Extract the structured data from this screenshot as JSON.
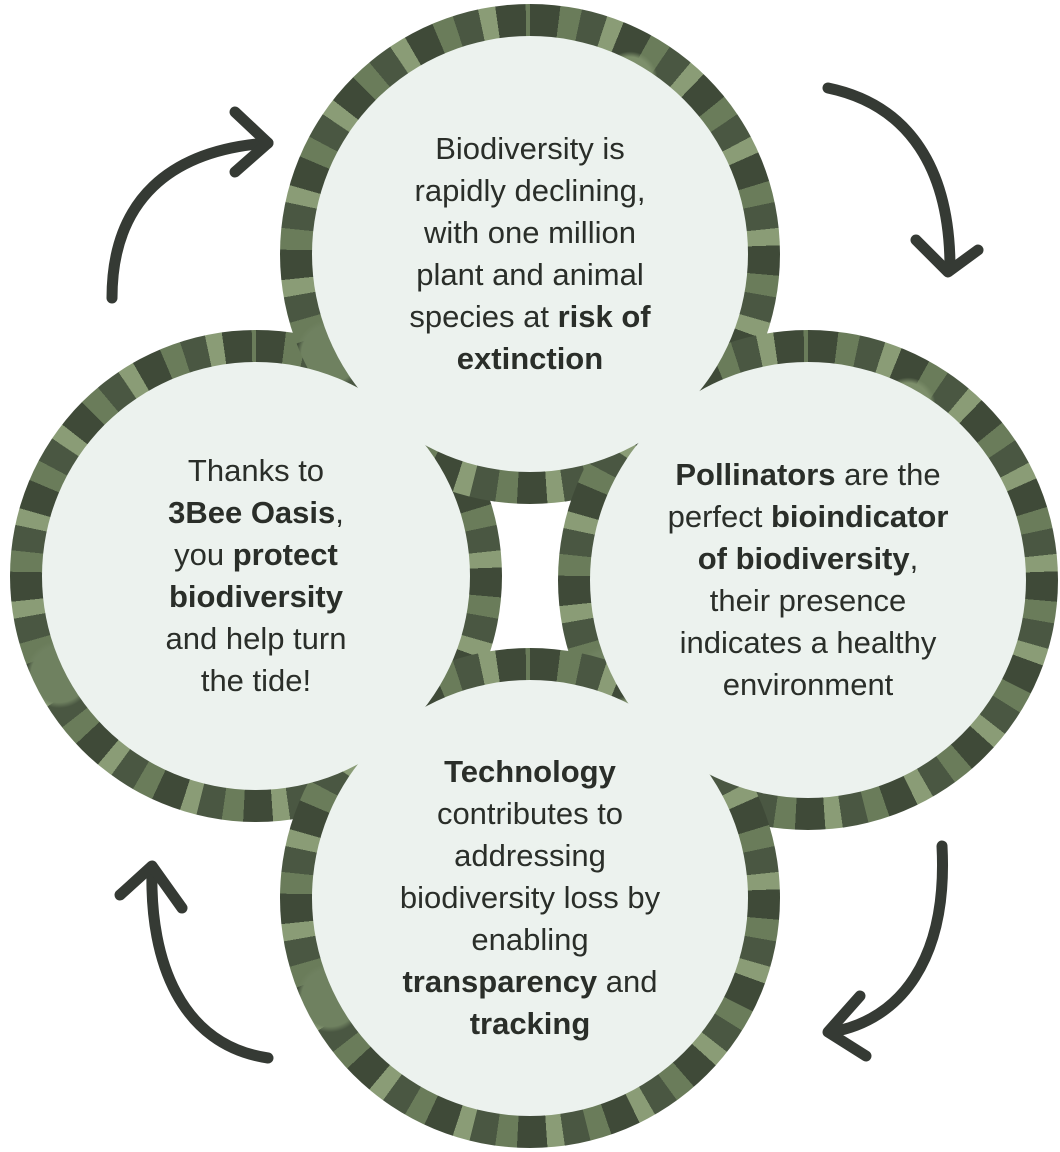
{
  "circles": {
    "top": {
      "lines": [
        [
          {
            "t": "Biodiversity is"
          }
        ],
        [
          {
            "t": "rapidly declining,"
          }
        ],
        [
          {
            "t": "with one million"
          }
        ],
        [
          {
            "t": "plant and animal"
          }
        ],
        [
          {
            "t": "species at "
          },
          {
            "t": "risk of",
            "b": true
          }
        ],
        [
          {
            "t": "extinction",
            "b": true
          }
        ]
      ]
    },
    "right": {
      "lines": [
        [
          {
            "t": "Pollinators",
            "b": true
          },
          {
            "t": " are the"
          }
        ],
        [
          {
            "t": "perfect "
          },
          {
            "t": "bioindicator",
            "b": true
          }
        ],
        [
          {
            "t": "of biodiversity",
            "b": true
          },
          {
            "t": ","
          }
        ],
        [
          {
            "t": "their presence"
          }
        ],
        [
          {
            "t": "indicates a healthy"
          }
        ],
        [
          {
            "t": "environment"
          }
        ]
      ]
    },
    "bottom": {
      "lines": [
        [
          {
            "t": "Technology",
            "b": true
          }
        ],
        [
          {
            "t": "contributes to"
          }
        ],
        [
          {
            "t": "addressing"
          }
        ],
        [
          {
            "t": "biodiversity loss by"
          }
        ],
        [
          {
            "t": "enabling"
          }
        ],
        [
          {
            "t": "transparency",
            "b": true
          },
          {
            "t": " and"
          }
        ],
        [
          {
            "t": "tracking",
            "b": true
          }
        ]
      ]
    },
    "left": {
      "lines": [
        [
          {
            "t": "Thanks to"
          }
        ],
        [
          {
            "t": "3Bee Oasis",
            "b": true
          },
          {
            "t": ","
          }
        ],
        [
          {
            "t": "you "
          },
          {
            "t": "protect",
            "b": true
          }
        ],
        [
          {
            "t": "biodiversity",
            "b": true
          }
        ],
        [
          {
            "t": "and help turn"
          }
        ],
        [
          {
            "t": "the tide!"
          }
        ]
      ]
    }
  },
  "colors": {
    "circle_fill": "#ecf2ee",
    "text": "#2a2e29",
    "arrow": "#353a34"
  }
}
